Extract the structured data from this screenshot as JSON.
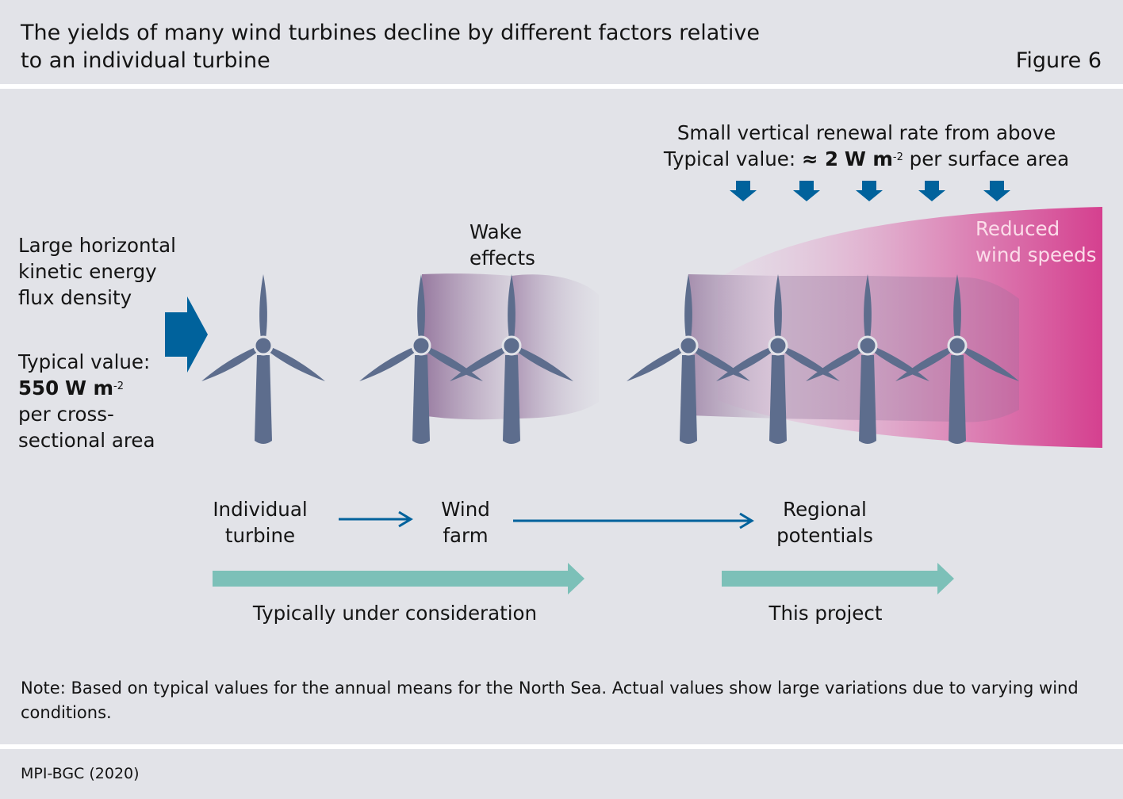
{
  "header": {
    "title_line1": "The yields of many wind turbines decline by different factors relative",
    "title_line2": "to an individual turbine",
    "figure_label": "Figure 6"
  },
  "inflow": {
    "line1": "Large horizontal",
    "line2": "kinetic energy",
    "line3": "flux density",
    "typical_label": "Typical value:",
    "value": "550",
    "unit": "W m",
    "unit_exp": "-2",
    "per_line1": "per cross-",
    "per_line2": "sectional area"
  },
  "renewal": {
    "line1": "Small vertical renewal rate from above",
    "typical_prefix": "Typical value:",
    "approx": "≈ 2",
    "unit": "W m",
    "unit_exp": "-2",
    "per_text": "per surface area"
  },
  "wake": {
    "line1": "Wake",
    "line2": "effects"
  },
  "reduced": {
    "line1": "Reduced",
    "line2": "wind speeds"
  },
  "stages": {
    "individual_line1": "Individual",
    "individual_line2": "turbine",
    "farm_line1": "Wind",
    "farm_line2": "farm",
    "regional_line1": "Regional",
    "regional_line2": "potentials"
  },
  "scope": {
    "typical": "Typically under consideration",
    "project": "This project"
  },
  "note": "Note: Based on typical values for the annual means for the North Sea. Actual values show large variations due to varying wind conditions.",
  "source": "MPI-BGC (2020)",
  "colors": {
    "background": "#e2e3e8",
    "turbine": "#5d6d8d",
    "blue_arrow": "#00629c",
    "teal_arrow": "#7cc0b8",
    "magenta": "#d5408f",
    "wake_purple": "#8f6f98",
    "reduced_text": "#fbdce9"
  },
  "icons": [
    "wind-turbine-icon",
    "inflow-arrow-icon",
    "down-arrow-icon",
    "right-arrow-icon"
  ]
}
